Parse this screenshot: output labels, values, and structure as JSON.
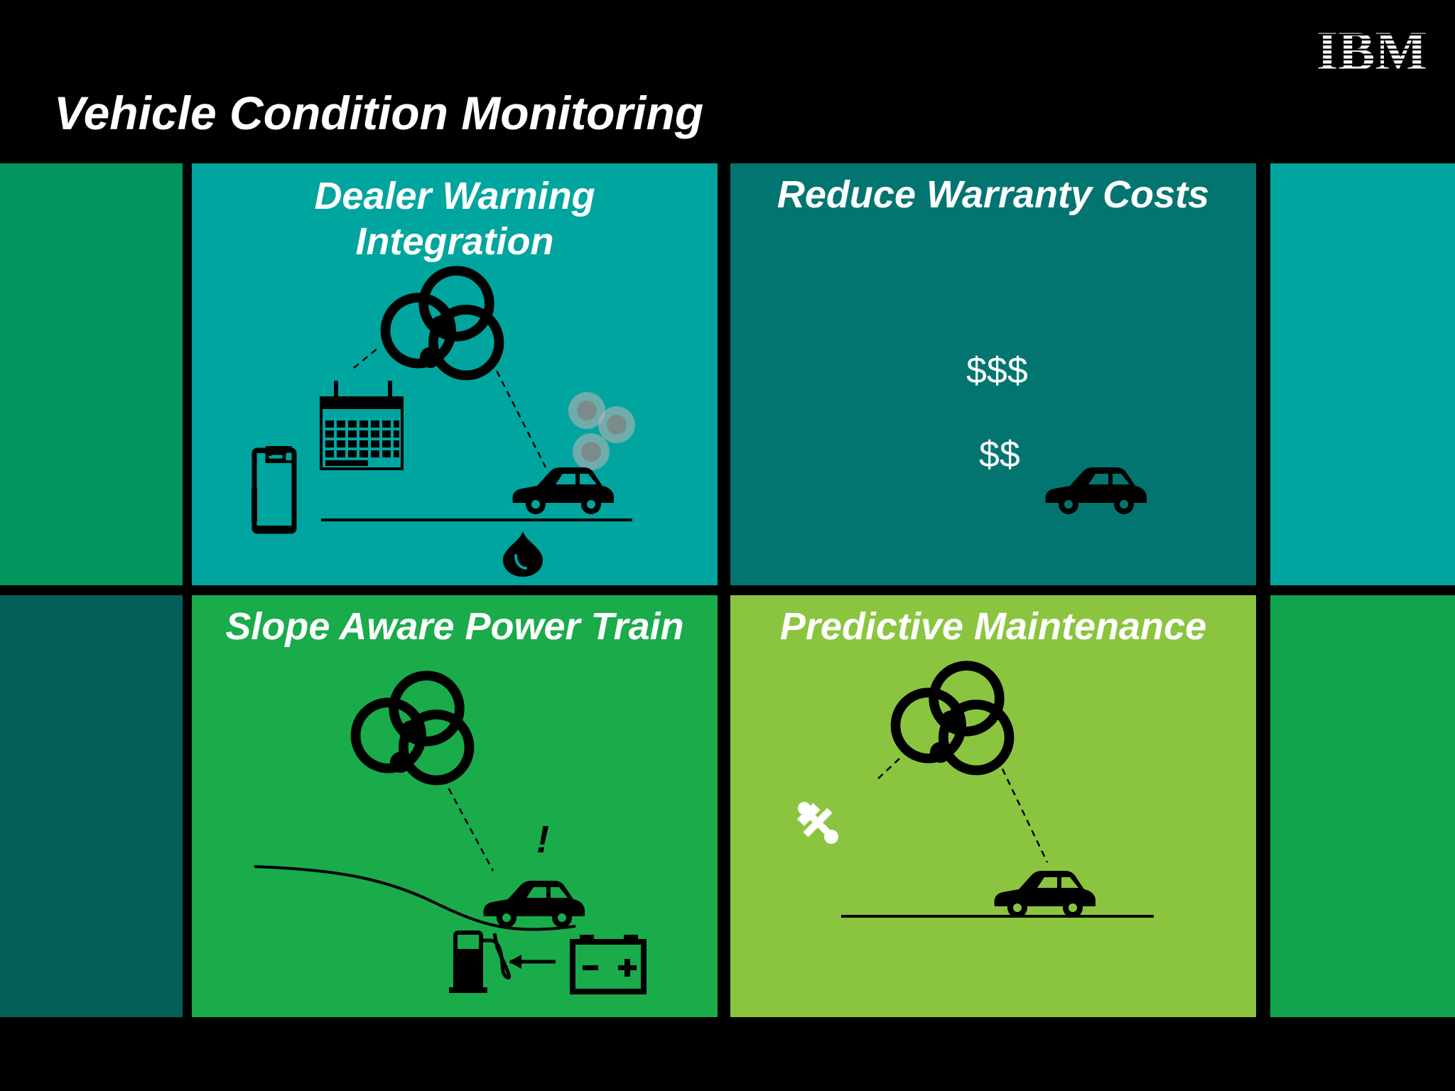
{
  "slide": {
    "title": "Vehicle Condition Monitoring",
    "logo_text": "IBM"
  },
  "colors": {
    "background": "#000000",
    "teal": "#01a59f",
    "dark_teal": "#037570",
    "green": "#1aab4b",
    "light_green": "#8bc53f",
    "side_green": "#02955e",
    "side_dark_teal": "#055f58",
    "side_bright_green": "#11a24e"
  },
  "panels": [
    {
      "title": "Dealer Warning\nIntegration",
      "icons": [
        "cloud-icon",
        "calendar-icon",
        "oil-canister-icon",
        "car-icon",
        "smoke-icon",
        "oil-drop-icon"
      ]
    },
    {
      "title": "Reduce Warranty Costs",
      "amount_high": "$$$",
      "amount_low": "$$",
      "icons": [
        "car-icon"
      ]
    },
    {
      "title": "Slope Aware Power Train",
      "alert": "!",
      "icons": [
        "cloud-icon",
        "car-icon",
        "fuel-pump-icon",
        "arrow-left-icon",
        "battery-icon"
      ]
    },
    {
      "title": "Predictive Maintenance",
      "icons": [
        "cloud-icon",
        "tools-icon",
        "car-icon"
      ]
    }
  ]
}
